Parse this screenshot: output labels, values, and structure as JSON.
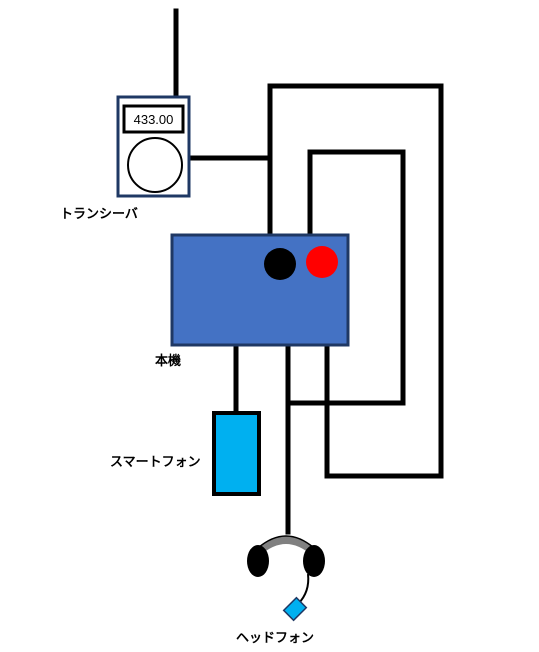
{
  "transceiver": {
    "label": "トランシーバ",
    "frequency": "433.00"
  },
  "main_unit": {
    "label": "本機"
  },
  "smartphone": {
    "label": "スマートフォン"
  },
  "headphones": {
    "label": "ヘッドフォン"
  },
  "colors": {
    "wire": "#000000",
    "main_unit_fill": "#4472C4",
    "main_unit_border": "#1F3864",
    "transceiver_border": "#1F3864",
    "smartphone_fill": "#00B0F0",
    "jack_black": "#000000",
    "jack_red": "#FF0000",
    "headband": "#808080",
    "mic_fill": "#00B0F0"
  }
}
